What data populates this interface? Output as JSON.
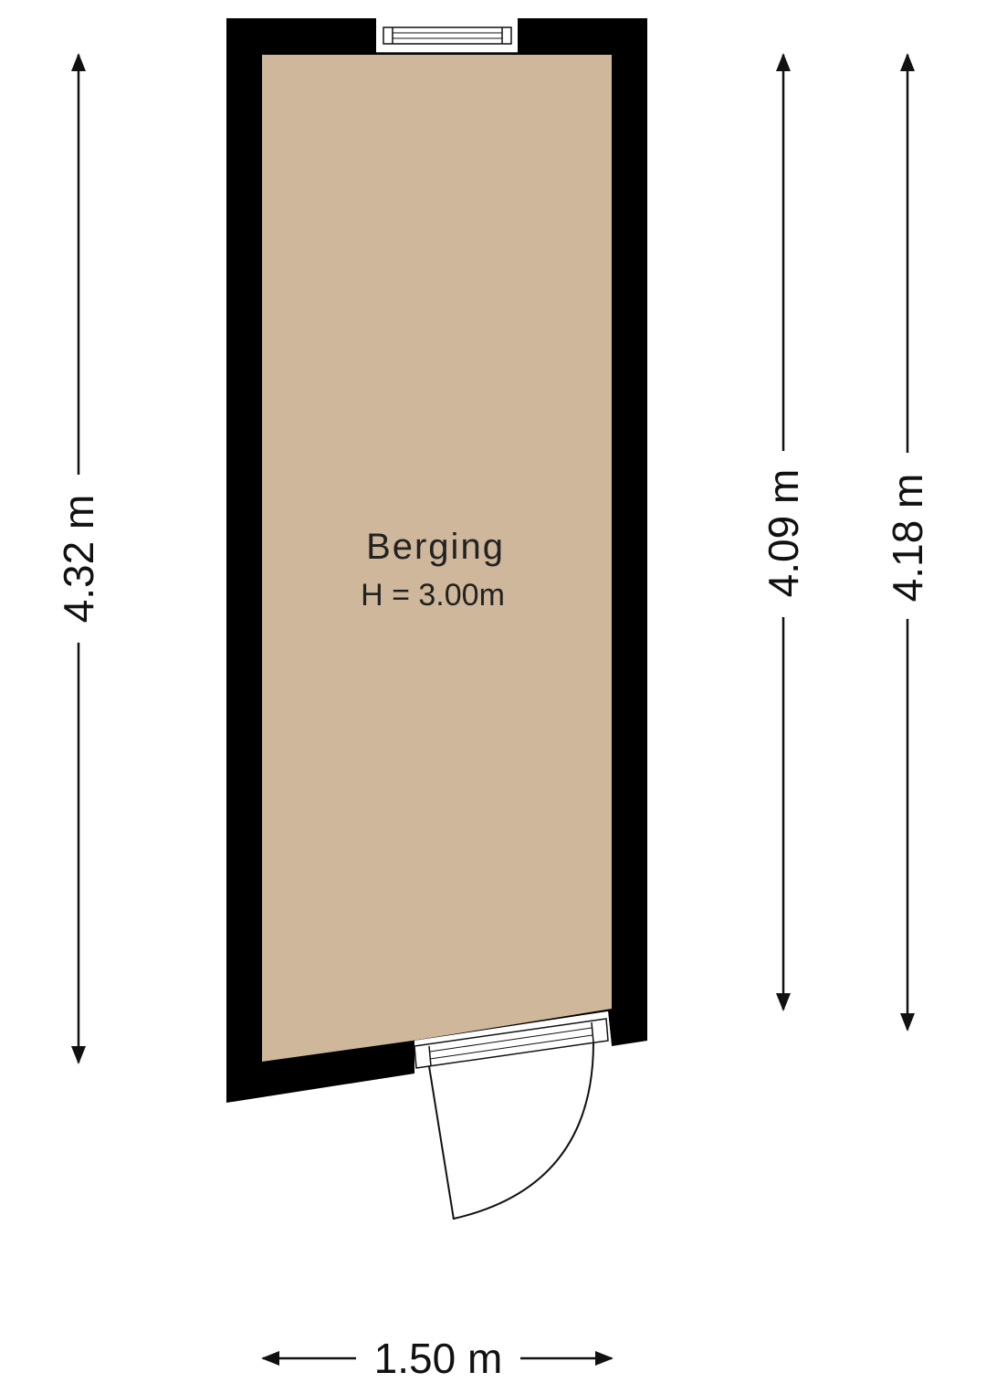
{
  "room": {
    "name": "Berging",
    "height_label": "H = 3.00m"
  },
  "dimensions": {
    "left_length": "4.32 m",
    "right_inner_length": "4.09 m",
    "right_outer_length": "4.18 m",
    "bottom_width": "1.50 m"
  },
  "colors": {
    "floor": "#ceb79a",
    "wall": "#000000",
    "line": "#111111"
  }
}
